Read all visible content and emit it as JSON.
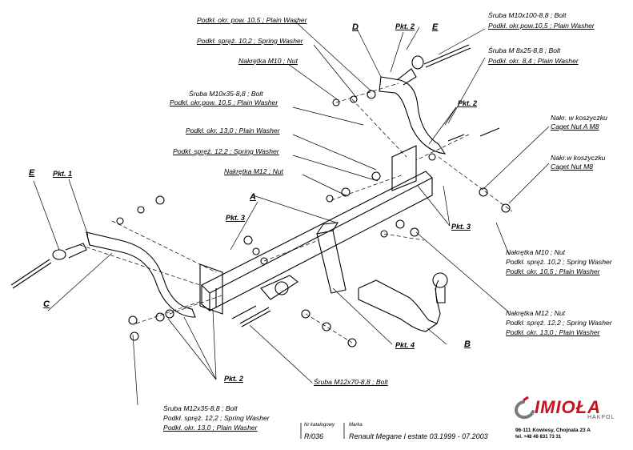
{
  "labels": {
    "washer105": "Podkł. okr. pow. 10,5 ;  Plain Washer",
    "spring102": "Podkł. spręż. 10,2 ; Spring Washer",
    "nut_m10": "Nakrętka  M10 ; Nut",
    "bolt_m10x35_1": "Śruba M10x35-8,8 ;  Bolt",
    "bolt_m10x35_2": "Podkł. okr.pow. 10,5 ; Plain Washer",
    "washer130": "Podkł. okr. 13,0 ;  Plain Washer",
    "spring122": "Podkł. spręż. 12,2 ; Spring Washer",
    "nut_m12": "Nakrętka  M12 ; Nut",
    "bolt_m10x100_1": "Śruba M10x100-8,8 ;  Bolt",
    "bolt_m10x100_2": "Podkł. okr.pow.10,5 ;  Plain Washer",
    "bolt_m8_1": "Śruba M 8x25-8,8 ;  Bolt",
    "bolt_m8_2": "Podkł. okr. 8,4 ;  Plain Washer",
    "caget_a_1": "Nakr. w koszyczku",
    "caget_a_2": "Caget Nut A M8",
    "caget_1": "Nakr.w koszyczku",
    "caget_2": "Caget Nut M8",
    "group_m10_1": "Nakrętka  M10 ; Nut",
    "group_m10_2": "Podkł. spręż. 10,2 ; Spring Washer",
    "group_m10_3": "Podkł. okr. 10,5 ;  Plain Washer",
    "group_m12_1": "Nakrętka  M12 ; Nut",
    "group_m12_2": "Podkł. spręż. 12,2 ; Spring Washer",
    "group_m12_3": "Podkł. okr. 13,0 ;  Plain Washer",
    "bolt_m12x70": "Śruba M12x70-8,8 ;  Bolt",
    "bolt_m12x35_1": "Śruba M12x35-8,8 ;  Bolt",
    "bolt_m12x35_2": "Podkł. spręż. 12,2 ; Spring Washer",
    "bolt_m12x35_3": "Podkł. okr. 13,0 ;  Plain Washer"
  },
  "letters": {
    "A": "A",
    "B": "B",
    "C": "C",
    "D": "D",
    "E1": "E",
    "E2": "E"
  },
  "points": {
    "pkt1": "Pkt. 1",
    "pkt2_top": "Pkt. 2",
    "pkt2_mid": "Pkt. 2",
    "pkt2_bottom": "Pkt. 2",
    "pkt3_left": "Pkt. 3",
    "pkt3_right": "Pkt. 3",
    "pkt4": "Pkt. 4"
  },
  "footer": {
    "catalog_caption": "Nr katalogowy",
    "catalog_no": "R/036",
    "make_caption": "Marka",
    "model": "Renault Megane I estate   03.1999 - 07.2003"
  },
  "company": {
    "logo": "IMIOŁA",
    "sub": "HAKPOL",
    "address": "96-111 Kowiesy, Chojnata 23 A",
    "phone": "tel. +48 46 831 73 31",
    "brand_color": "#c8101e"
  }
}
